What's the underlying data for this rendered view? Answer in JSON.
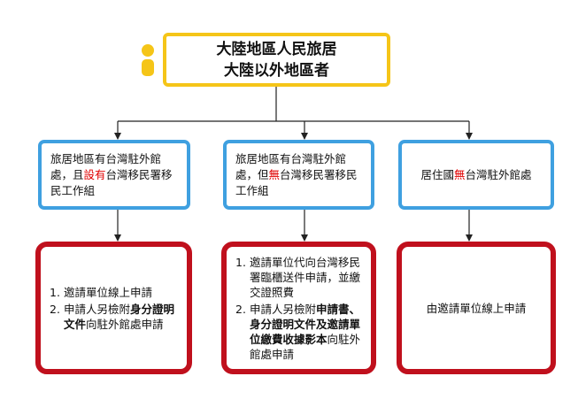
{
  "top": {
    "line1": "大陸地區人民旅居",
    "line2": "大陸以外地區者"
  },
  "icon": "person-icon",
  "colors": {
    "top_border": "#f5c518",
    "mid_border": "#3fa0e0",
    "bottom_border": "#c0101d",
    "highlight": "#e00000"
  },
  "branches": [
    {
      "condition": {
        "pre": "旅居地區有台灣駐外館處，且",
        "highlight": "設有",
        "post": "台灣移民署移民工作組"
      },
      "steps": [
        {
          "num": "1.",
          "parts": [
            {
              "text": "邀請單位線上申請",
              "bold": false
            }
          ]
        },
        {
          "num": "2.",
          "parts": [
            {
              "text": "申請人另檢附",
              "bold": false
            },
            {
              "text": "身分證明文件",
              "bold": true
            },
            {
              "text": "向駐外館處申請",
              "bold": false
            }
          ]
        }
      ]
    },
    {
      "condition": {
        "pre": "旅居地區有台灣駐外館處，但",
        "highlight": "無",
        "post": "台灣移民署移民工作組"
      },
      "steps": [
        {
          "num": "1.",
          "parts": [
            {
              "text": "邀請單位代向台灣移民署臨櫃送件申請，並繳交證照費",
              "bold": false
            }
          ]
        },
        {
          "num": "2.",
          "parts": [
            {
              "text": "申請人另檢附",
              "bold": false
            },
            {
              "text": "申請書、身分證明文件及邀請單位繳費收據影本",
              "bold": true
            },
            {
              "text": "向駐外館處申請",
              "bold": false
            }
          ]
        }
      ]
    },
    {
      "condition": {
        "pre": "居住國",
        "highlight": "無",
        "post": "台灣駐外館處"
      },
      "result": "由邀請單位線上申請"
    }
  ]
}
